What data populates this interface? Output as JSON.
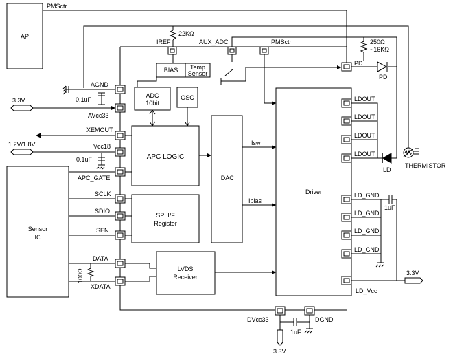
{
  "blocks": {
    "ap": "AP",
    "bias": "BIAS",
    "temp_sensor_1": "Temp",
    "temp_sensor_2": "Sensor",
    "adc_1": "ADC",
    "adc_2": "10bit",
    "osc": "OSC",
    "apc_logic": "APC LOGIC",
    "idac": "IDAC",
    "driver": "Driver",
    "spi_1": "SPI I/F",
    "spi_2": "Register",
    "lvds_1": "LVDS",
    "lvds_2": "Receiver",
    "sensor_1": "Sensor",
    "sensor_2": "IC"
  },
  "signals": {
    "pmsctr_top": "PMSctr",
    "pmsctr_pin": "PMSctr",
    "iref": "IREF",
    "aux_adc": "AUX_ADC",
    "r_22k": "22KΩ",
    "r_250_1": "250Ω",
    "r_250_2": "~16KΩ",
    "pd_pin": "PD",
    "pd_diode": "PD",
    "agnd": "AGND",
    "vdd_3v3_left": "3.3V",
    "cap_avcc": "0.1uF",
    "avcc33": "AVcc33",
    "xemout": "XEMOUT",
    "vdd_1v2": "1.2V/1.8V",
    "vcc18": "Vcc18",
    "cap_vcc18": "0.1uF",
    "apc_gate": "APC_GATE",
    "sclk": "SCLK",
    "sdio": "SDIO",
    "sen": "SEN",
    "data": "DATA",
    "xdata": "XDATA",
    "r_100": "100Ω",
    "isw": "Isw",
    "ibias": "Ibias",
    "ldout_1": "LDOUT",
    "ldout_2": "LDOUT",
    "ldout_3": "LDOUT",
    "ldout_4": "LDOUT",
    "ld": "LD",
    "thermistor": "THERMISTOR",
    "ld_gnd_1": "LD_GND",
    "ld_gnd_2": "LD_GND",
    "ld_gnd_3": "LD_GND",
    "ld_gnd_4": "LD_GND",
    "cap_1uf_right": "1uF",
    "ld_vcc": "LD_Vcc",
    "vdd_3v3_right": "3.3V",
    "dvcc33": "DVcc33",
    "dgnd": "DGND",
    "cap_1uf_bottom": "1uF",
    "vdd_3v3_bottom": "3.3V"
  }
}
